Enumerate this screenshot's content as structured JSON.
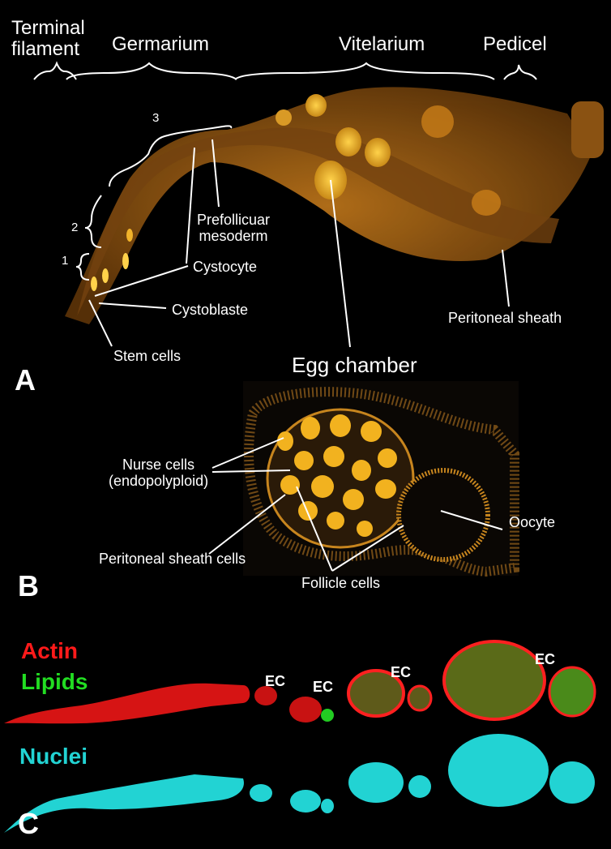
{
  "panel_a": {
    "panel_label": "A",
    "regions": {
      "terminal_filament": "Terminal\nfilament",
      "germarium": "Germarium",
      "vitelarium": "Vitelarium",
      "pedicel": "Pedicel"
    },
    "zones": [
      "1",
      "2",
      "3"
    ],
    "labels": {
      "prefollicular_mesoderm": "Prefollicuar\nmesoderm",
      "cystocyte": "Cystocyte",
      "cystoblaste": "Cystoblaste",
      "stem_cells": "Stem cells",
      "egg_chamber": "Egg chamber",
      "peritoneal_sheath": "Peritoneal sheath"
    }
  },
  "panel_b": {
    "panel_label": "B",
    "labels": {
      "nurse_cells": "Nurse cells\n(endopolyploid)",
      "peritoneal_sheath_cells": "Peritoneal sheath cells",
      "follicle_cells": "Follicle cells",
      "oocyte": "Oocyte"
    }
  },
  "panel_c": {
    "panel_label": "C",
    "stains": {
      "actin": "Actin",
      "lipids": "Lipids",
      "nuclei": "Nuclei"
    },
    "ec_label": "EC",
    "colors": {
      "actin": "#ff1a1a",
      "lipids": "#22dd22",
      "nuclei": "#22d3d3"
    }
  }
}
